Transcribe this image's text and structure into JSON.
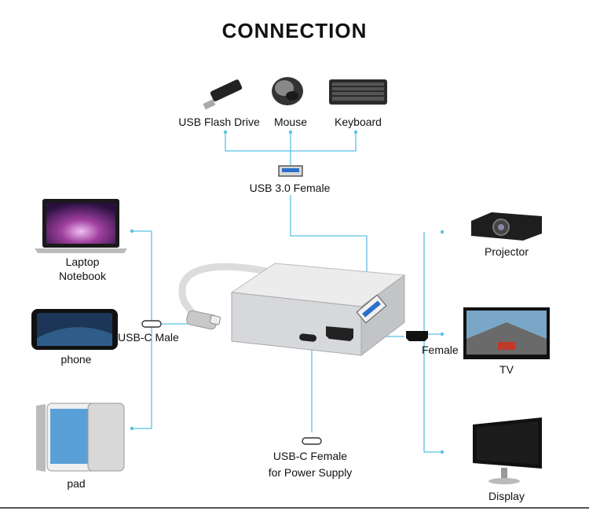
{
  "title": "CONNECTION",
  "labels": {
    "usb_flash_drive": "USB Flash Drive",
    "mouse": "Mouse",
    "keyboard": "Keyboard",
    "usb30_female": "USB 3.0 Female",
    "laptop_line1": "Laptop",
    "laptop_line2": "Notebook",
    "phone": "phone",
    "pad": "pad",
    "usbc_male": "USB-C Male",
    "projector": "Projector",
    "tv": "TV",
    "female": "Female",
    "display": "Display",
    "usbc_female_line1": "USB-C Female",
    "usbc_female_line2": "for Power Supply"
  },
  "colors": {
    "connector_line": "#5bc0e6",
    "adapter_body": "#d9dbde",
    "usb_blue": "#2a6fc9"
  }
}
